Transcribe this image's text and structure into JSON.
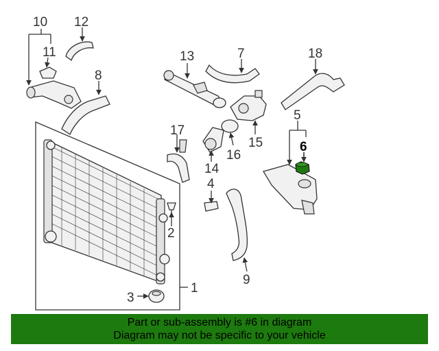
{
  "diagram": {
    "callouts": [
      {
        "id": "c1",
        "label": "1"
      },
      {
        "id": "c2",
        "label": "2"
      },
      {
        "id": "c3",
        "label": "3"
      },
      {
        "id": "c4",
        "label": "4"
      },
      {
        "id": "c5",
        "label": "5"
      },
      {
        "id": "c6",
        "label": "6",
        "highlighted": true
      },
      {
        "id": "c7",
        "label": "7"
      },
      {
        "id": "c8",
        "label": "8"
      },
      {
        "id": "c9",
        "label": "9"
      },
      {
        "id": "c10",
        "label": "10"
      },
      {
        "id": "c11",
        "label": "11"
      },
      {
        "id": "c12",
        "label": "12"
      },
      {
        "id": "c13",
        "label": "13"
      },
      {
        "id": "c14",
        "label": "14"
      },
      {
        "id": "c15",
        "label": "15"
      },
      {
        "id": "c16",
        "label": "16"
      },
      {
        "id": "c17",
        "label": "17"
      },
      {
        "id": "c18",
        "label": "18"
      }
    ],
    "highlight_color": "#1d7a0e"
  },
  "banner": {
    "line1": "Part or sub-assembly is #6 in diagram",
    "line2": "Diagram may not be specific to your vehicle",
    "background": "#1d7a0e"
  }
}
